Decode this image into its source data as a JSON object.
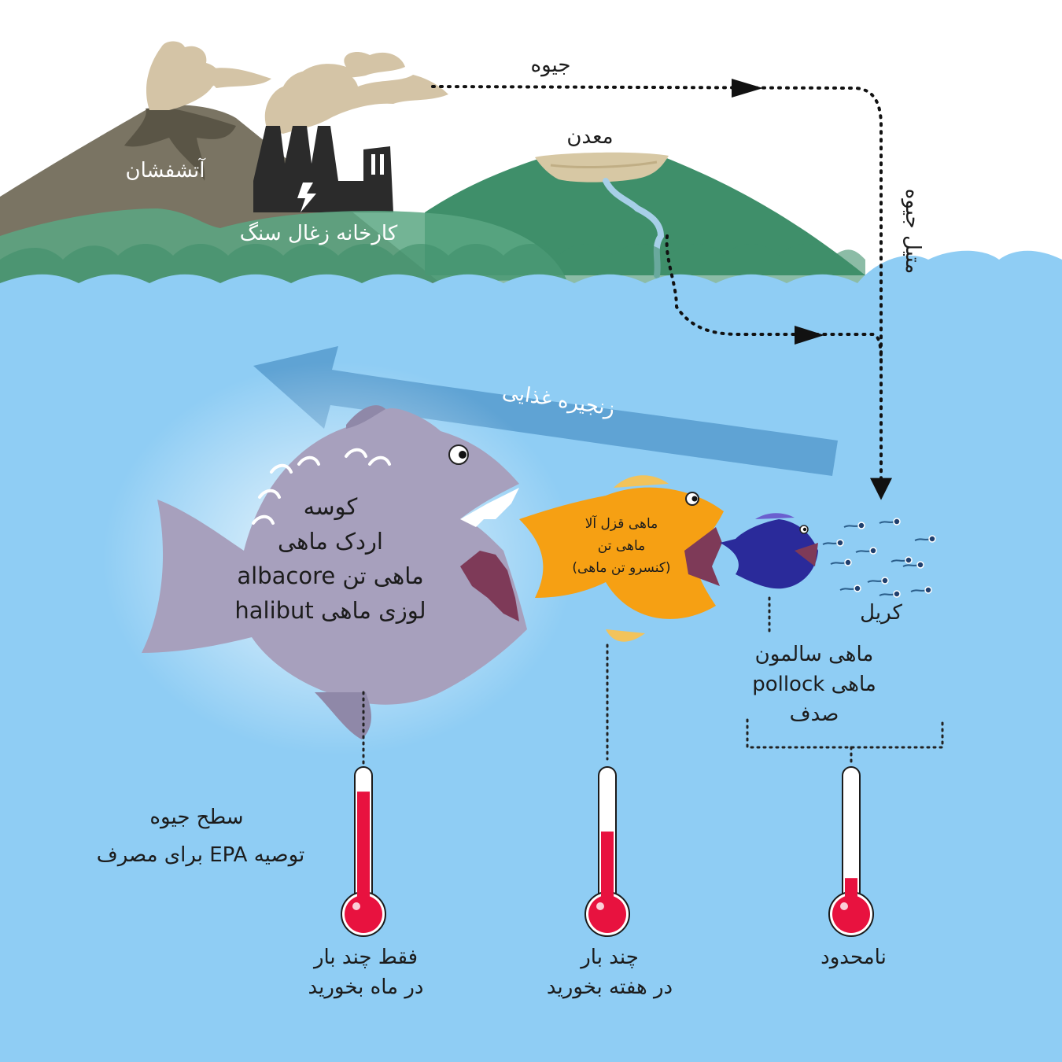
{
  "colors": {
    "sky": "#ffffff",
    "sea": "#8fcdf4",
    "volcano": "#7a7463",
    "mine_hill": "#3f8f6a",
    "foam": "#5aa783",
    "food_chain_arrow": "#5a9fd0",
    "big_fish": "#a7a0bd",
    "medium_fish": "#f6a013",
    "small_fish": "#2a2a9a",
    "thermometer": "#e8123f"
  },
  "labels": {
    "mercury": "جیوه",
    "mine": "معدن",
    "volcano": "آتشفشان",
    "coal_plant": "کارخانه زغال سنگ",
    "methylmercury": "متیل جیوه",
    "food_chain": "زنجیره غذایی",
    "krill": "کریل"
  },
  "big_fish_species": [
    "کوسه",
    "اردک ماهی",
    "ماهی تن albacore",
    "لوزی ماهی halibut"
  ],
  "medium_fish_species": [
    "ماهی قزل آلا",
    "ماهی تن",
    "(کنسرو تن ماهی)"
  ],
  "small_fish_species": [
    "ماهی سالمون",
    "ماهی pollock",
    "صدف"
  ],
  "legend": {
    "title": "سطح جیوه",
    "subtitle": "توصیه EPA برای مصرف"
  },
  "thermometers": [
    {
      "id": "high",
      "level": 0.85,
      "advice": [
        "فقط چند بار",
        "در ماه بخورید"
      ]
    },
    {
      "id": "medium",
      "level": 0.55,
      "advice": [
        "چند بار",
        "در هفته بخورید"
      ]
    },
    {
      "id": "low",
      "level": 0.2,
      "advice": [
        "نامحدود"
      ]
    }
  ]
}
